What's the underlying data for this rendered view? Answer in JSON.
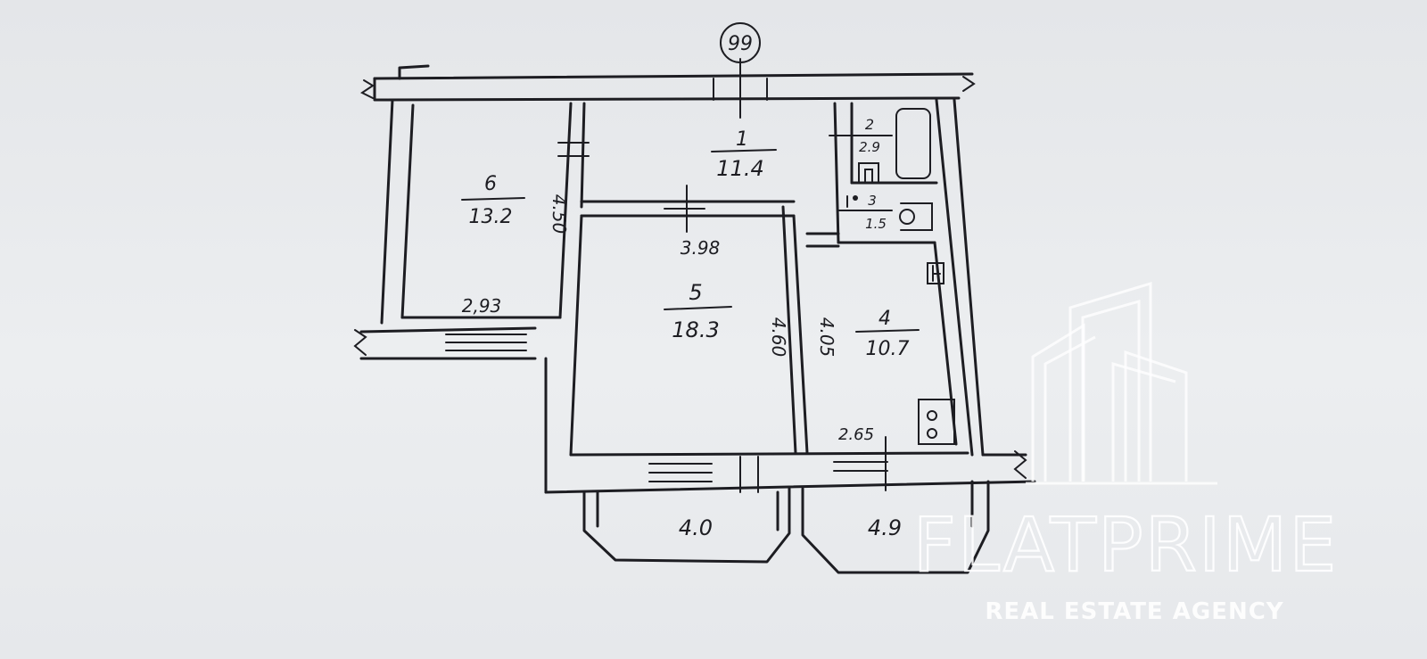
{
  "floorplan": {
    "building_number": "99",
    "rooms": [
      {
        "number": "1",
        "area": "11.4"
      },
      {
        "number": "2",
        "area": "2.9"
      },
      {
        "number": "3",
        "area": "1.5"
      },
      {
        "number": "4",
        "area": "10.7"
      },
      {
        "number": "5",
        "area": "18.3"
      },
      {
        "number": "6",
        "area": "13.2"
      }
    ],
    "dimensions": [
      "4.50",
      "2,93",
      "3.98",
      "4.60",
      "4.05",
      "2.65",
      "4.0",
      "4.9"
    ]
  },
  "watermark": {
    "brand": "FLATPRIME",
    "tagline": "REAL ESTATE AGENCY"
  }
}
